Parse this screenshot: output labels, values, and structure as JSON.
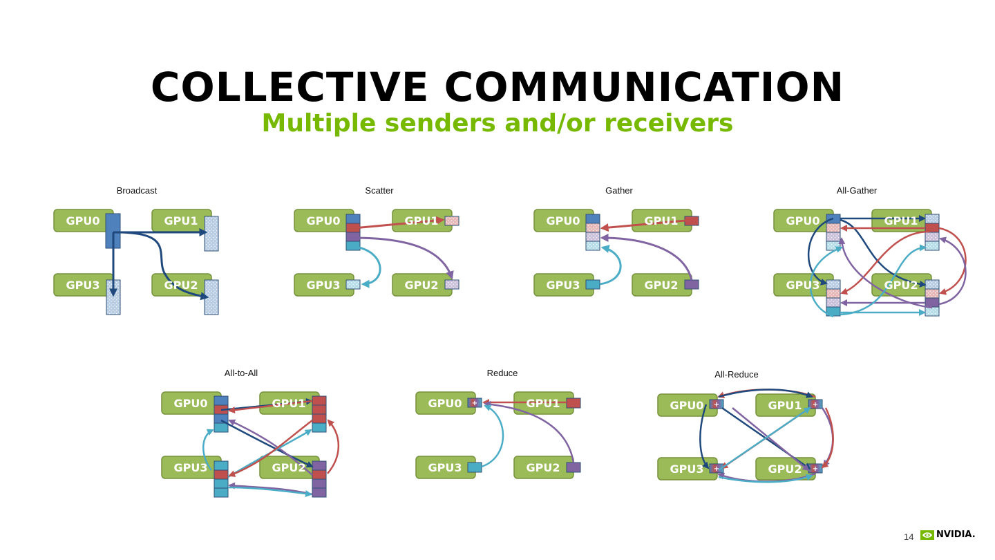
{
  "title": "COLLECTIVE COMMUNICATION",
  "subtitle": "Multiple senders and/or receivers",
  "diagram_titles": [
    "Broadcast",
    "Scatter",
    "Gather",
    "All-Gather",
    "All-to-All",
    "Reduce",
    "All-Reduce"
  ],
  "gpu_names": [
    "GPU0",
    "GPU1",
    "GPU2",
    "GPU3"
  ],
  "reduce_symbol": "+",
  "colors": {
    "gpu_fill": "#9bbb59",
    "gpu_stroke": "#76923c",
    "blue": "#4f81bd",
    "red": "#c0504d",
    "purple": "#8064a2",
    "teal": "#4bacc6",
    "navy": "#1f497d",
    "accent": "#76b900"
  },
  "footer": {
    "page_number": "14",
    "logo_text": "NVIDIA."
  }
}
